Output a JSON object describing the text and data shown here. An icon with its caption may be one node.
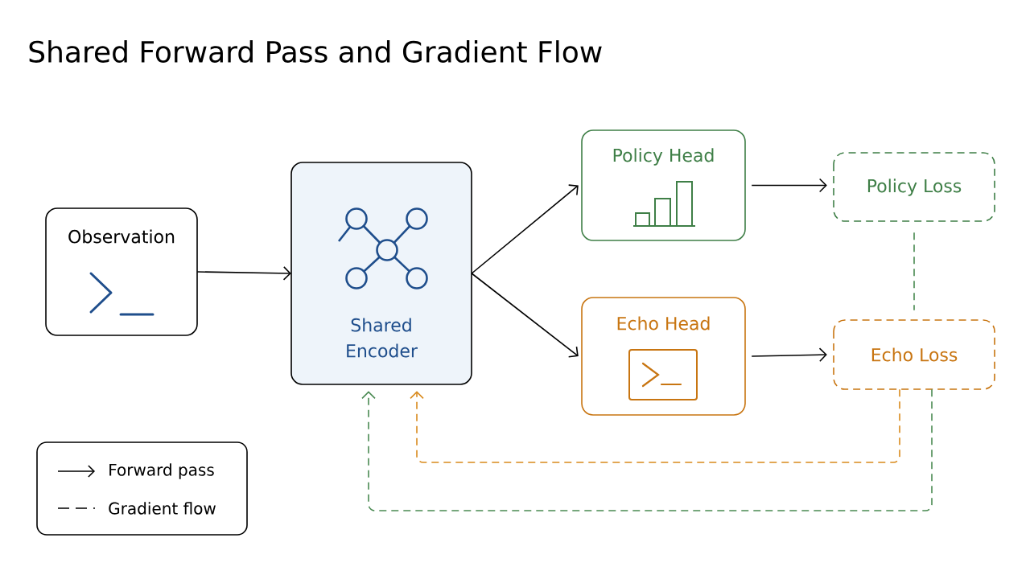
{
  "diagram": {
    "title": "Shared Forward Pass and Gradient Flow",
    "nodes": [
      {
        "text": [
          "Observation"
        ]
      },
      {
        "text": [
          "Shared Encoder"
        ]
      },
      {
        "text": [
          "Policy Head"
        ]
      },
      {
        "text": [
          "Echo Head"
        ]
      },
      {
        "text": [
          "Policy Loss"
        ]
      },
      {
        "text": [
          "Echo Loss"
        ]
      }
    ],
    "edges": [
      {
        "from": 0,
        "to": 1,
        "arrow": "to"
      },
      {
        "from": 1,
        "to": 2,
        "arrow": "to"
      },
      {
        "from": 1,
        "to": 3,
        "arrow": "to"
      },
      {
        "from": 2,
        "to": 4,
        "arrow": "to"
      },
      {
        "from": 3,
        "to": 5,
        "arrow": "to"
      },
      {
        "from": 4,
        "to": 5,
        "arrow": "none",
        "style": "dashed",
        "color": "#4a8a52"
      },
      {
        "from": 5,
        "to": 1,
        "arrow": "to",
        "style": "dashed",
        "color": "#d98a1c"
      },
      {
        "from": 5,
        "to": 1,
        "arrow": "to",
        "style": "dashed",
        "color": "#4a8a52"
      }
    ],
    "legend": [
      {
        "text": "Forward pass"
      },
      {
        "text": "Gradient flow"
      }
    ]
  }
}
